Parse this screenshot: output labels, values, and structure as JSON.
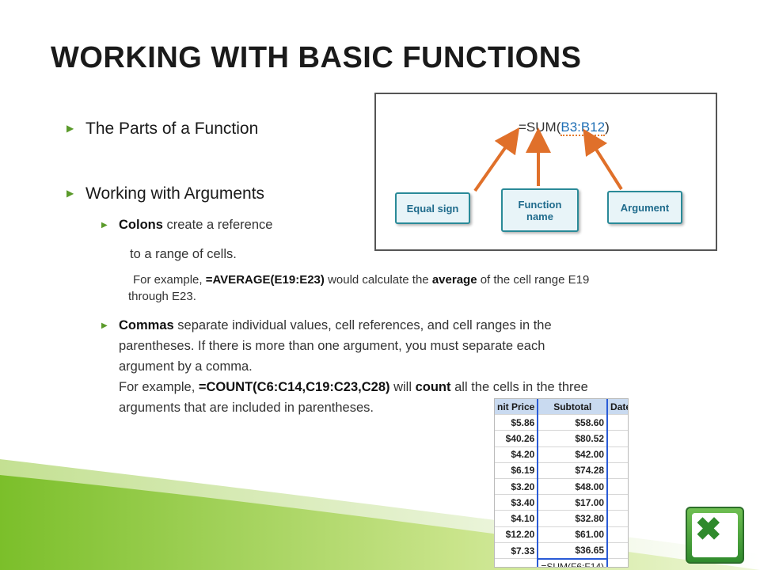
{
  "title": "WORKING WITH BASIC FUNCTIONS",
  "bullets": {
    "parts": "The Parts of a Function",
    "arguments": "Working with Arguments",
    "colons": {
      "bold": "Colons",
      "rest": " create a reference",
      "line2": "to a range of cells.",
      "example_pre": "For example, ",
      "example_bold": "=AVERAGE(E19:E23)",
      "example_mid": " would calculate the ",
      "example_bold2": "average",
      "example_post": " of the cell range E19",
      "example_line2": "through E23."
    },
    "commas": {
      "bold": "Commas",
      "line1_rest": " separate individual values, cell references, and cell ranges in the",
      "line2": "parentheses. If there is more than one argument, you must separate each",
      "line3": "argument by a comma.",
      "example_pre": "For example, ",
      "example_bold": "=COUNT(C6:C14,C19:C23,C28)",
      "example_mid": " will ",
      "example_bold2": "count",
      "example_post": " all the cells in the three",
      "example_line2": "arguments that are included in parentheses."
    }
  },
  "diagram": {
    "formula_pre": "=SUM(",
    "formula_arg": "B3:B12",
    "formula_post": ")",
    "equal_sign": "Equal sign",
    "function_name_1": "Function",
    "function_name_2": "name",
    "argument": "Argument",
    "arrow_color": "#e0702a"
  },
  "sheet": {
    "headers": [
      "nit Price",
      "Subtotal",
      "Date"
    ],
    "rows": [
      [
        "$5.86",
        "$58.60"
      ],
      [
        "$40.26",
        "$80.52"
      ],
      [
        "$4.20",
        "$42.00"
      ],
      [
        "$6.19",
        "$74.28"
      ],
      [
        "$3.20",
        "$48.00"
      ],
      [
        "$3.40",
        "$17.00"
      ],
      [
        "$4.10",
        "$32.80"
      ],
      [
        "$12.20",
        "$61.00"
      ],
      [
        "$7.33",
        "$36.65"
      ]
    ],
    "formula": "=SUM(F6:F14)"
  },
  "icons": {
    "bullet": "triangle-right-icon",
    "excel": "excel-logo-icon"
  },
  "colors": {
    "accent_green": "#5a9a2a",
    "box_border": "#2a8a98",
    "selection": "#2a5bd6"
  }
}
